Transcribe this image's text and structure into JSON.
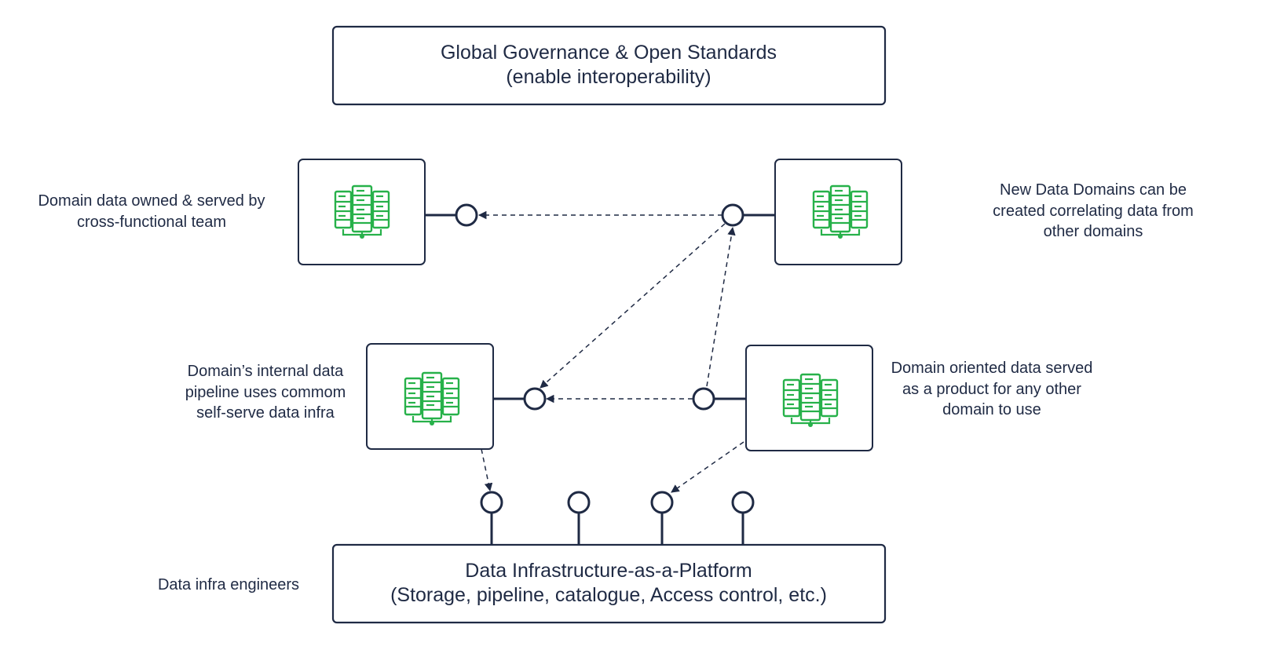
{
  "colors": {
    "stroke": "#1f2a44",
    "text": "#1f2a44",
    "green": "#27b14a",
    "background": "#ffffff"
  },
  "governance": {
    "line1": "Global Governance & Open Standards",
    "line2": "(enable interoperability)"
  },
  "platform": {
    "line1": "Data Infrastructure-as-a-Platform",
    "line2": "(Storage, pipeline, catalogue, Access control, etc.)"
  },
  "labels": {
    "top_left": {
      "lines": [
        "Domain data owned & served by",
        "cross-functional team"
      ]
    },
    "top_right": {
      "lines": [
        "New Data Domains can be",
        "created correlating data from",
        "other domains"
      ]
    },
    "mid_left": {
      "lines": [
        "Domain’s internal data",
        "pipeline uses commom",
        "self-serve data infra"
      ]
    },
    "mid_right": {
      "lines": [
        "Domain oriented data served",
        "as a product for any other",
        "domain to use"
      ]
    },
    "bottom_left": {
      "lines": [
        "Data infra engineers"
      ]
    }
  },
  "icons": {
    "domain_icon": "server-rack-icon"
  }
}
